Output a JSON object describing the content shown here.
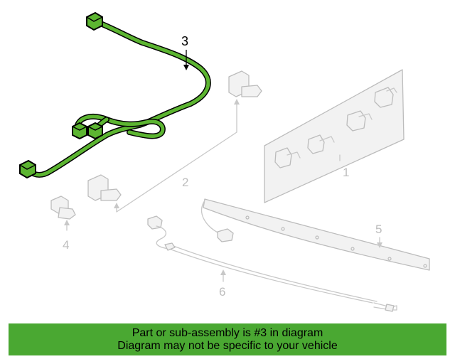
{
  "diagram": {
    "callouts": [
      {
        "id": "1",
        "label": "1"
      },
      {
        "id": "2",
        "label": "2"
      },
      {
        "id": "3",
        "label": "3"
      },
      {
        "id": "4",
        "label": "4"
      },
      {
        "id": "5",
        "label": "5"
      },
      {
        "id": "6",
        "label": "6"
      }
    ],
    "highlight_color": "#5cb531",
    "ghost_color": "#c8c8c8"
  },
  "banner": {
    "line1": "Part or sub-assembly is #3 in diagram",
    "line2": "Diagram may not be specific to your vehicle",
    "background": "#4aa832"
  }
}
